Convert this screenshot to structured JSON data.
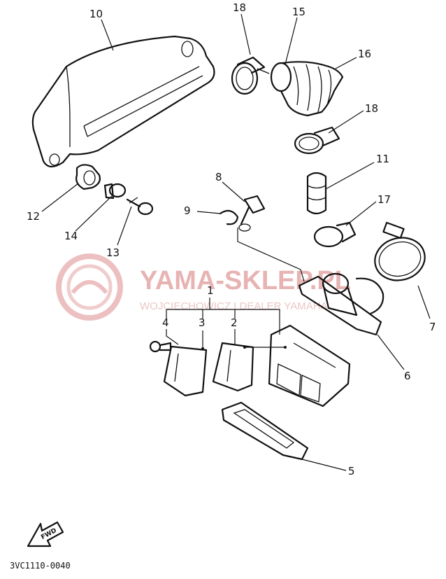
{
  "diagram": {
    "drawing_code": "3VC1110-0040",
    "fwd_label": "FWD",
    "watermark": {
      "brand": "YAMA-SKLEP.PL",
      "tagline": "WOJCIECHOWICZ I DEALER YAMAHA"
    },
    "callouts": {
      "c1": "1",
      "c2": "2",
      "c3": "3",
      "c4": "4",
      "c5": "5",
      "c6": "6",
      "c7": "7",
      "c8": "8",
      "c9": "9",
      "c10": "10",
      "c11": "11",
      "c12": "12",
      "c13": "13",
      "c14": "14",
      "c15": "15",
      "c16": "16",
      "c17": "17",
      "c18a": "18",
      "c18b": "18"
    },
    "colors": {
      "ink": "#111111",
      "watermark": "#e7b3b3"
    }
  }
}
